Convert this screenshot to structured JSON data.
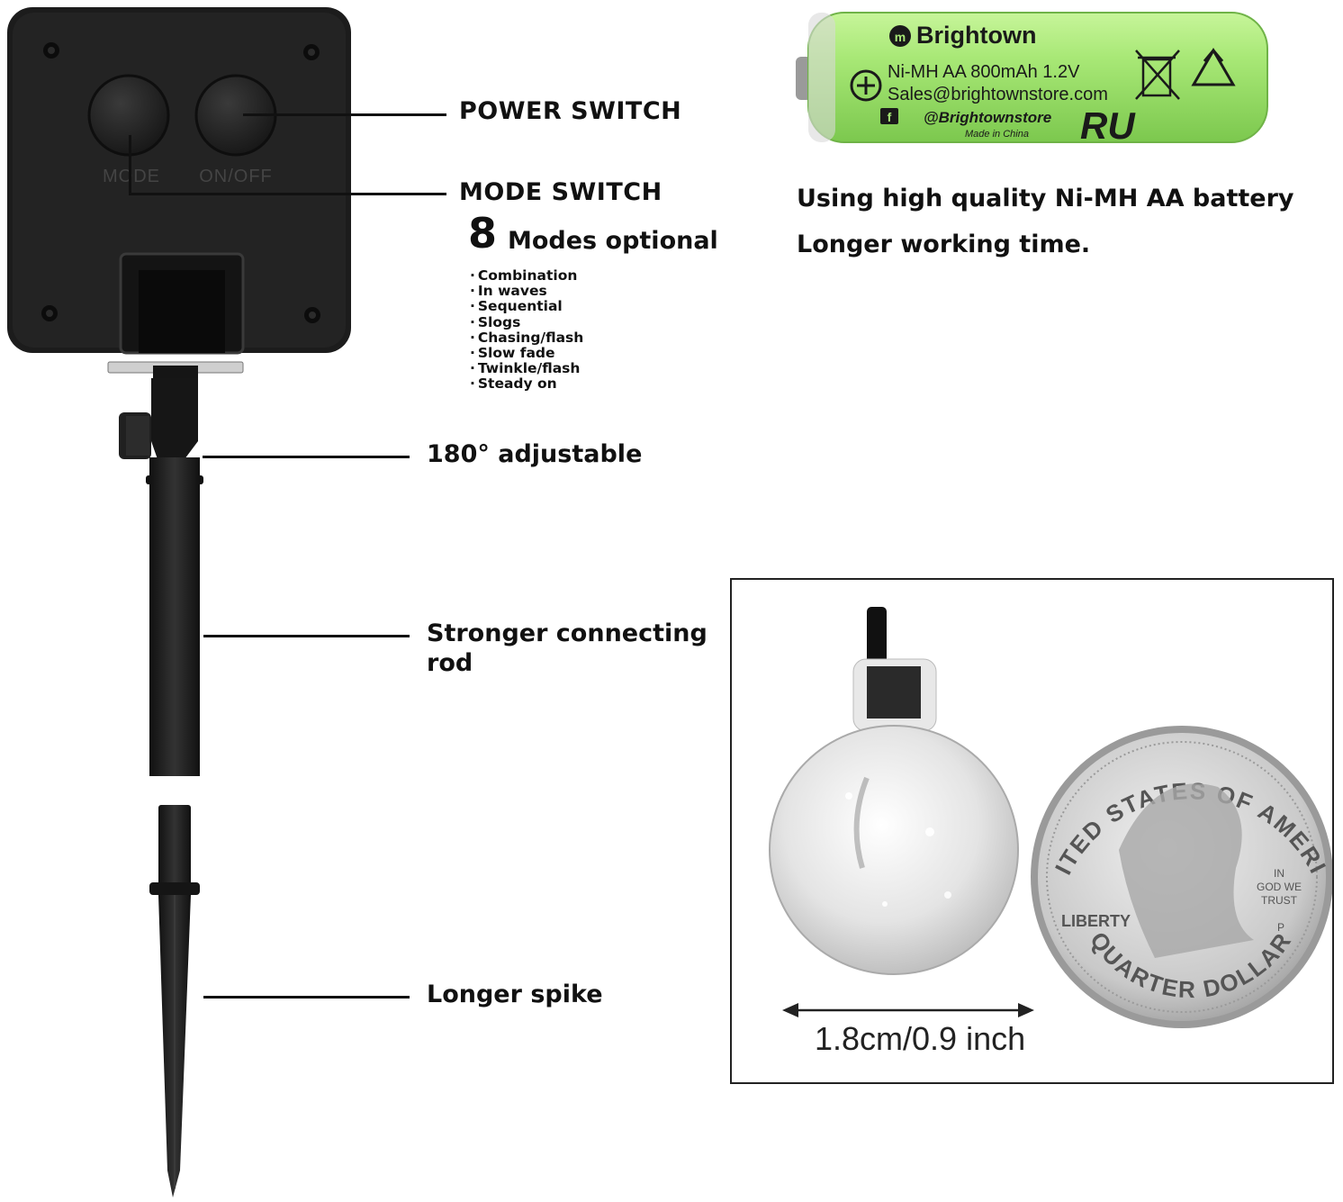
{
  "controller": {
    "mode_button_text": "MODE",
    "onoff_button_text": "ON/OFF"
  },
  "callouts": {
    "power_switch": "POWER SWITCH",
    "mode_switch": "MODE SWITCH",
    "modes_number": "8",
    "modes_text": "Modes optional",
    "adjustable": "180° adjustable",
    "rod_line1": "Stronger connecting",
    "rod_line2": "rod",
    "spike": "Longer spike"
  },
  "modes": [
    "Combination",
    "In waves",
    "Sequential",
    "Slogs",
    "Chasing/flash",
    "Slow fade",
    "Twinkle/flash",
    "Steady on"
  ],
  "battery": {
    "brand": "Brightown",
    "spec": "Ni-MH AA 800mAh 1.2V",
    "email": "Sales@brightownstore.com",
    "social": "@Brightownstore",
    "origin": "Made in China",
    "cert": "RU",
    "caption_line1": "Using high quality Ni-MH AA battery",
    "caption_line2": "Longer working time.",
    "color": "#9ee06a"
  },
  "comparison": {
    "size_label": "1.8cm/0.9 inch",
    "coin_top": "UNITED STATES OF AMERICA",
    "coin_bottom": "QUARTER DOLLAR",
    "coin_liberty": "LIBERTY",
    "coin_motto_1": "IN",
    "coin_motto_2": "GOD WE",
    "coin_motto_3": "TRUST",
    "coin_mint": "P"
  }
}
